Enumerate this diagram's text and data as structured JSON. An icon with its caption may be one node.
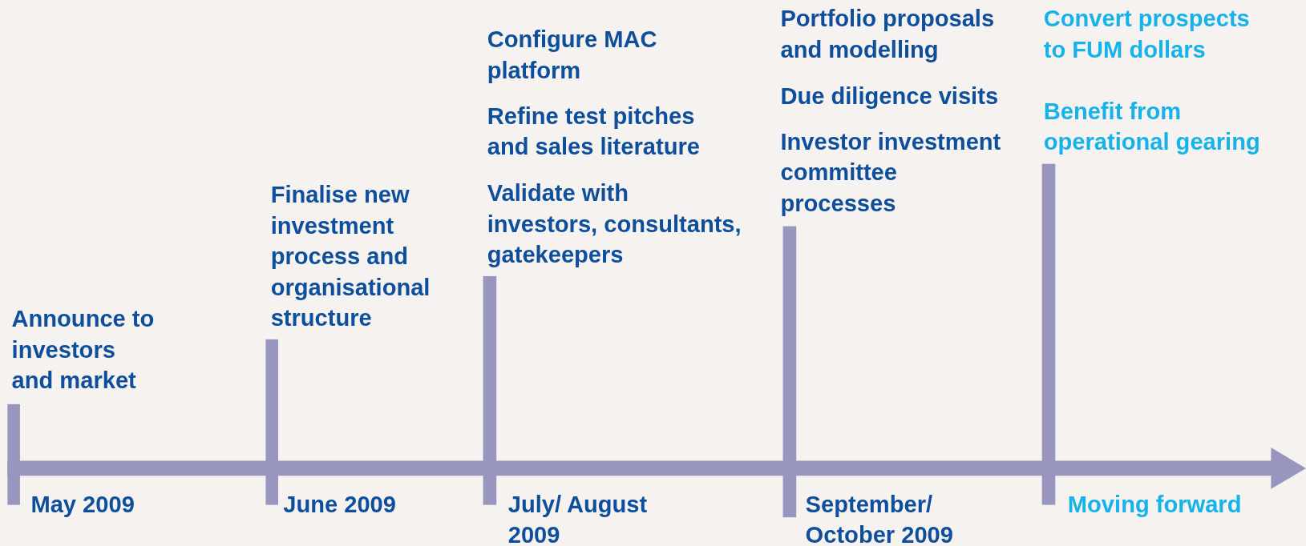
{
  "diagram": {
    "labels": [
      "Announce to investors and market",
      "May 2009",
      "Finalise new investment process and organisational structure",
      "June 2009",
      "Configure MAC platform",
      "Refine test pitches and sales literature",
      "Validate with investors, consultants, gatekeepers",
      "July/ August 2009",
      "Portfolio proposals and modelling",
      "Due diligence visits",
      "Investor investment committee processes",
      "September/ October 2009",
      "Convert prospects to FUM dollars",
      "Benefit from operational gearing",
      "Moving forward"
    ]
  }
}
